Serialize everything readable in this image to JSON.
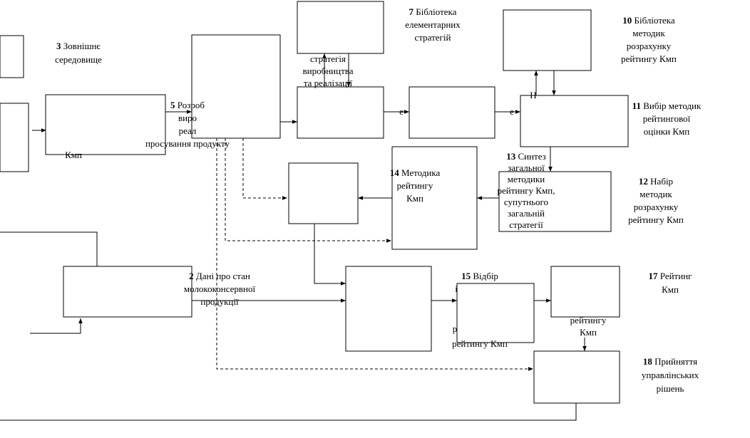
{
  "diagram": {
    "labels": {
      "ext_env": {
        "num": "3",
        "lines": [
          "Зовнішнє",
          "середовище"
        ]
      },
      "strategy_dev": {
        "num": "5",
        "lines": [
          "Розроб",
          "виро",
          "реал",
          "просування продукту"
        ]
      },
      "elem_strategies": {
        "num": "7",
        "lines": [
          "Бібліотека",
          "елементарних",
          "стратегій"
        ]
      },
      "prod_strategy": {
        "lines": [
          "стратегія",
          "виробництва",
          "та реалізації"
        ]
      },
      "lib_methods": {
        "num": "10",
        "lines": [
          "Бібліотека",
          "методик",
          "розрахунку",
          "рейтингу Кмп"
        ]
      },
      "choose_methods": {
        "num": "11",
        "lines": [
          "Вибір методик",
          "рейтингової",
          "оцінки Кмп"
        ]
      },
      "methodics": {
        "num": "14",
        "lines": [
          "Методика",
          "рейтингу",
          "Кмп"
        ]
      },
      "synthesis": {
        "num": "13",
        "lines": [
          "Синтез",
          "загальної",
          "методики",
          "рейтингу Кмп,",
          "супутнього",
          "загальній",
          "стратегії"
        ]
      },
      "method_set": {
        "num": "12",
        "lines": [
          "Набір",
          "методик",
          "розрахунку",
          "рейтингу Кмп"
        ]
      },
      "data_state": {
        "num": "2",
        "lines": [
          "Дані про стан",
          "молококонсервної",
          "продукції"
        ]
      },
      "selection": {
        "num": "15",
        "lines": [
          "Відбір",
          "рейтингу Кмп"
        ]
      },
      "rating": {
        "num": "17",
        "lines": [
          "Рейтинг",
          "Кмп"
        ]
      },
      "rating_below": {
        "lines": [
          "рейтингу",
          "Кмп"
        ]
      },
      "decisions": {
        "num": "18",
        "lines": [
          "Прийняття",
          "управлінських",
          "рішень"
        ]
      },
      "kmp_left": {
        "lines": [
          "Кмп"
        ]
      },
      "frag_e1": {
        "lines": [
          "е"
        ]
      },
      "frag_e2": {
        "lines": [
          "е"
        ]
      },
      "frag_h": {
        "lines": [
          "Н"
        ]
      },
      "frag_i": {
        "lines": [
          "і"
        ]
      },
      "frag_r": {
        "lines": [
          "р"
        ]
      }
    }
  }
}
